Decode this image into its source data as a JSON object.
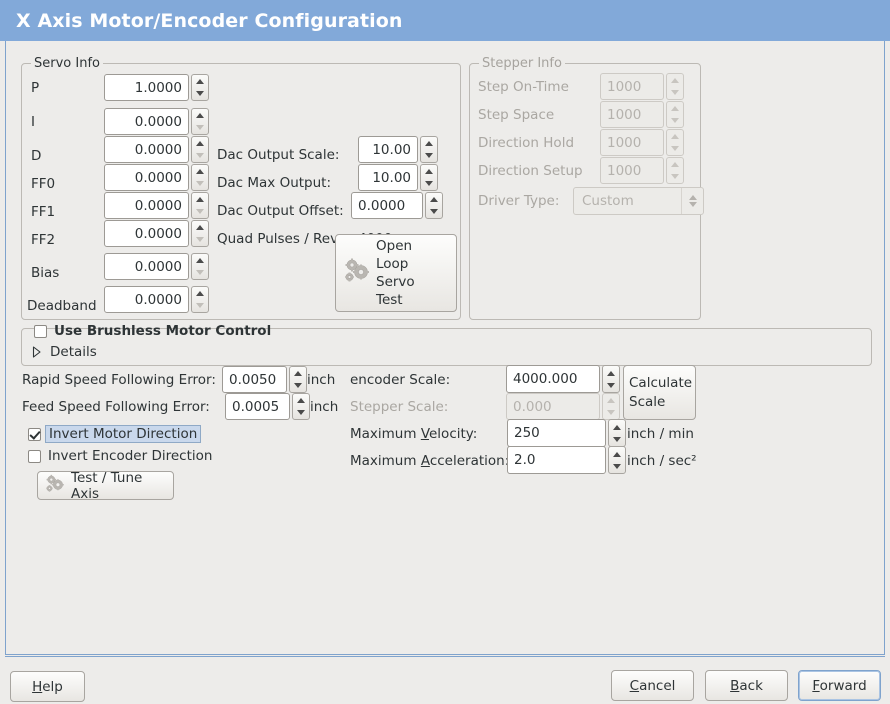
{
  "window": {
    "title": "X Axis Motor/Encoder Configuration",
    "title_bg": "#82a9d9",
    "bg": "#edecea",
    "accent": "#7fa3cd"
  },
  "servo_info": {
    "legend": "Servo Info",
    "rows": [
      {
        "label": "P",
        "value": "1.0000",
        "down_enabled": true
      },
      {
        "label": "I",
        "value": "0.0000",
        "down_enabled": false
      },
      {
        "label": "D",
        "value": "0.0000",
        "down_enabled": false
      },
      {
        "label": "FF0",
        "value": "0.0000",
        "down_enabled": false
      },
      {
        "label": "FF1",
        "value": "0.0000",
        "down_enabled": false
      },
      {
        "label": "FF2",
        "value": "0.0000",
        "down_enabled": false
      },
      {
        "label": "Bias",
        "value": "0.0000",
        "down_enabled": false
      },
      {
        "label": "Deadband",
        "value": "0.0000",
        "down_enabled": false
      }
    ]
  },
  "dac": {
    "output_scale_label": "Dac Output Scale:",
    "output_scale_value": "10.00",
    "max_output_label": "Dac Max Output:",
    "max_output_value": "10.00",
    "output_offset_label": "Dac Output Offset:",
    "output_offset_value": "0.0000",
    "quad_pulses_label": "Quad Pulses / Rev:",
    "quad_pulses_value": "4000",
    "open_loop_button": "Open\nLoop\nServo\nTest",
    "open_loop_lines": [
      "Open",
      "Loop",
      "Servo",
      "Test"
    ]
  },
  "stepper_info": {
    "legend": "Stepper Info",
    "disabled": true,
    "rows": [
      {
        "label": "Step On-Time",
        "value": "1000"
      },
      {
        "label": "Step Space",
        "value": "1000"
      },
      {
        "label": "Direction Hold",
        "value": "1000"
      },
      {
        "label": "Direction Setup",
        "value": "1000"
      }
    ],
    "driver_type_label": "Driver Type:",
    "driver_type_value": "Custom"
  },
  "brushless": {
    "checkbox_label": "Use Brushless Motor Control",
    "checked": false,
    "details_label": "Details",
    "details_expanded": false
  },
  "following_error": {
    "rapid_label": "Rapid Speed Following Error:",
    "rapid_value": "0.0050",
    "rapid_unit": "inch",
    "feed_label": "Feed Speed Following Error:",
    "feed_value": "0.0005",
    "feed_unit": "inch"
  },
  "direction": {
    "invert_motor_label": "Invert Motor Direction",
    "invert_motor_checked": true,
    "invert_motor_focused": true,
    "invert_encoder_label": "Invert Encoder Direction",
    "invert_encoder_checked": false,
    "test_tune_button": "Test / Tune Axis"
  },
  "scale": {
    "encoder_scale_label": "encoder Scale:",
    "encoder_scale_value": "4000.000",
    "stepper_scale_label": "Stepper Scale:",
    "stepper_scale_value": "0.000",
    "stepper_scale_disabled": true,
    "calculate_button_lines": [
      "Calculate",
      "Scale"
    ],
    "max_velocity_label_pre": "Maximum ",
    "max_velocity_label_key": "V",
    "max_velocity_label_post": "elocity:",
    "max_velocity_value": "250",
    "max_velocity_unit": "inch / min",
    "max_accel_label_pre": "Maximum ",
    "max_accel_label_key": "A",
    "max_accel_label_post": "cceleration:",
    "max_accel_value": "2.0",
    "max_accel_unit": "inch / sec²"
  },
  "actions": {
    "help": "Help",
    "help_key": "H",
    "cancel": "Cancel",
    "cancel_key": "C",
    "back": "Back",
    "back_key": "B",
    "forward": "Forward",
    "forward_key": "F",
    "forward_focused": true
  }
}
